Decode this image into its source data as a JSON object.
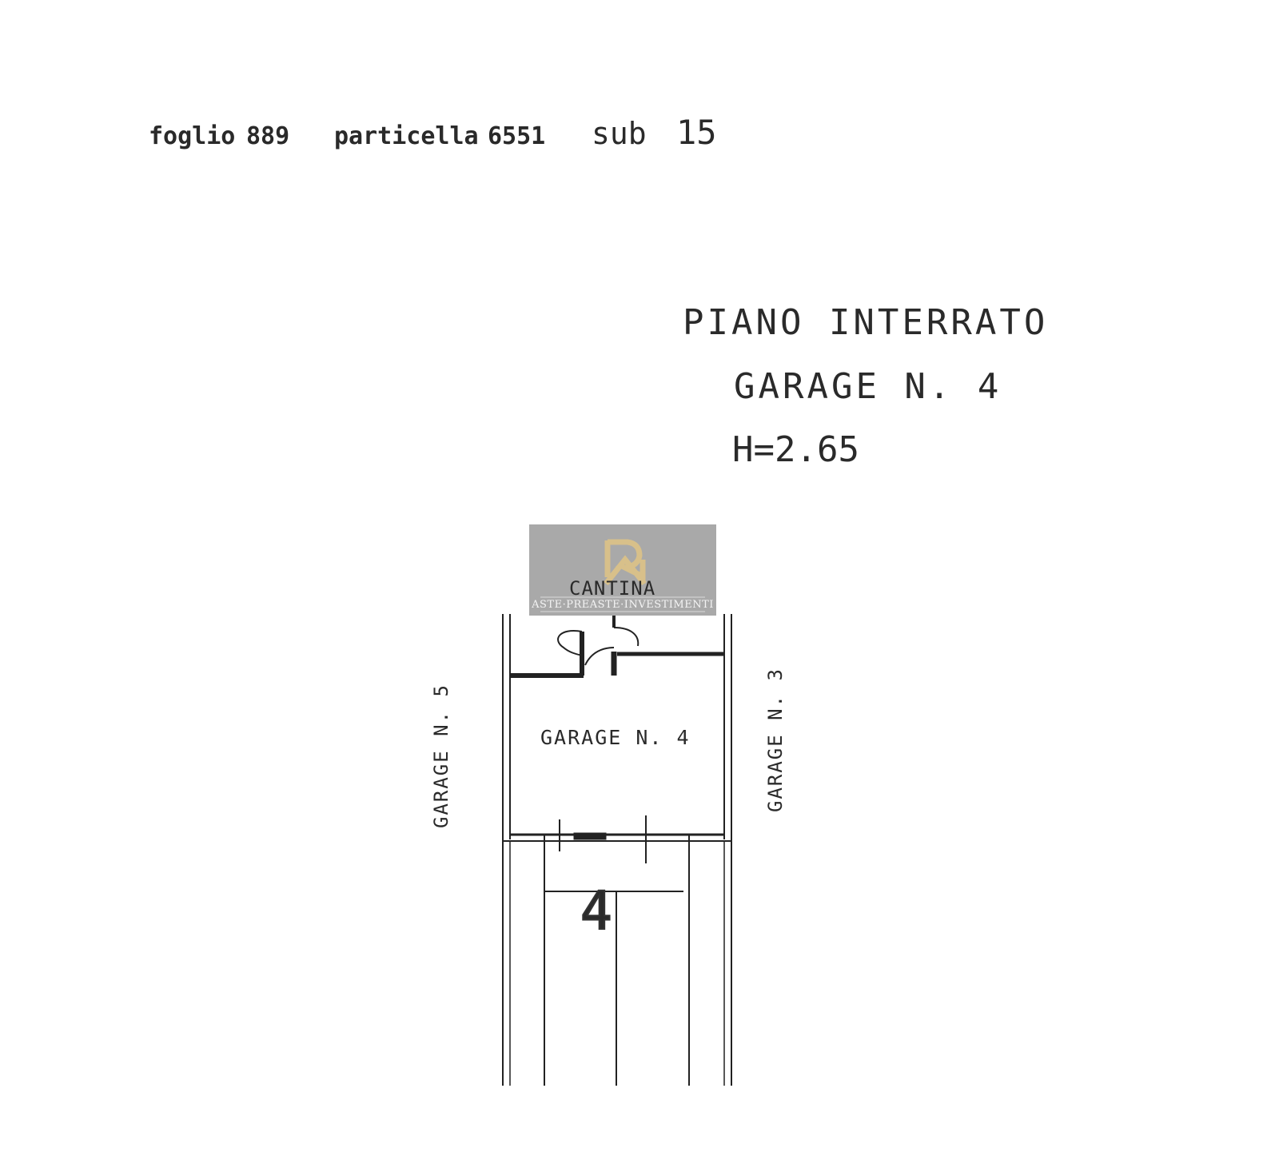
{
  "header": {
    "foglio_label": "foglio",
    "foglio_value": "889",
    "particella_label": "particella",
    "particella_value": "6551",
    "sub_label": "sub",
    "sub_value": "15"
  },
  "title_block": {
    "floor": "PIANO INTERRATO",
    "unit": "GARAGE N. 4",
    "height": "H=2.65"
  },
  "plan": {
    "cantina_label": "CANTINA",
    "room_label": "GARAGE N. 4",
    "left_neighbor": "GARAGE N. 5",
    "right_neighbor": "GARAGE N. 3",
    "parking_number": "4"
  },
  "watermark": {
    "logo_text": "Ri",
    "tagline": "ASTE·PREASTE·INVESTIMENTI",
    "logo_color": "#d8c08a"
  }
}
